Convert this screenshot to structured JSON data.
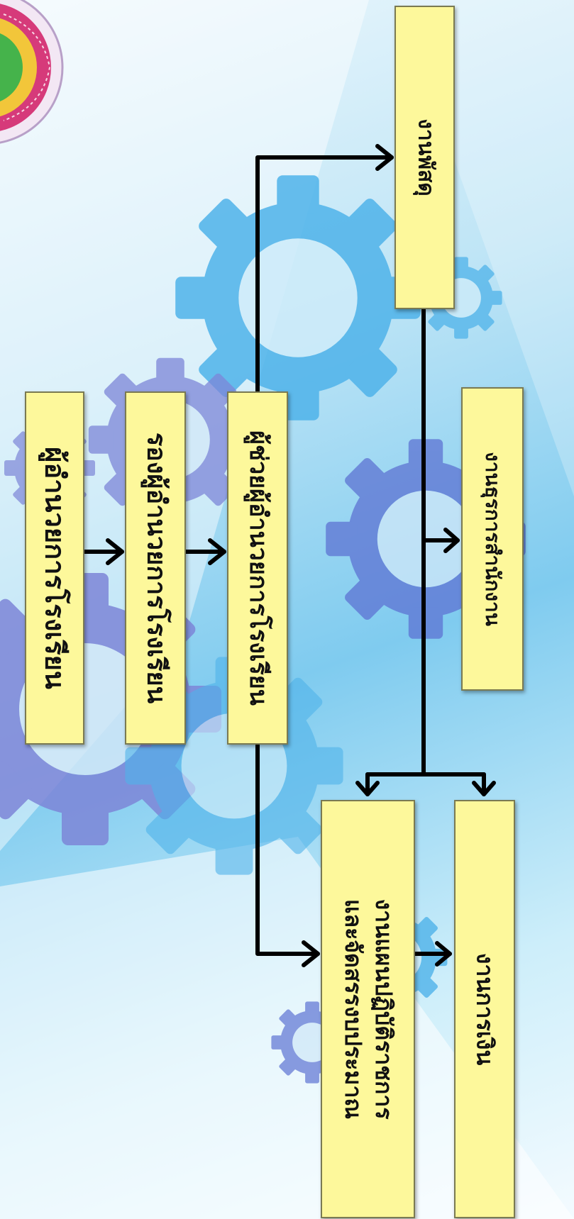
{
  "org_chart": {
    "director": "ผู้อำนวยการโรงเรียน",
    "deputy_director": "รองผู้อำนวยการโรงเรียน",
    "assistant_director": "ผู้ช่วยผู้อำนวยการโรงเรียน",
    "supplies": "งานพัสดุ",
    "office_admin": "งานธุรการสำนักงาน",
    "plan_line1": "งานแผนปฏิบัติราชการ",
    "plan_line2": "และจัดสรรงบประมาณ",
    "finance": "งานการเงิน"
  },
  "colors": {
    "box_fill": "#fdf89b",
    "arrow": "#000000",
    "gear_blue": "#4fb3ea",
    "gear_purple": "#7d86d8"
  }
}
